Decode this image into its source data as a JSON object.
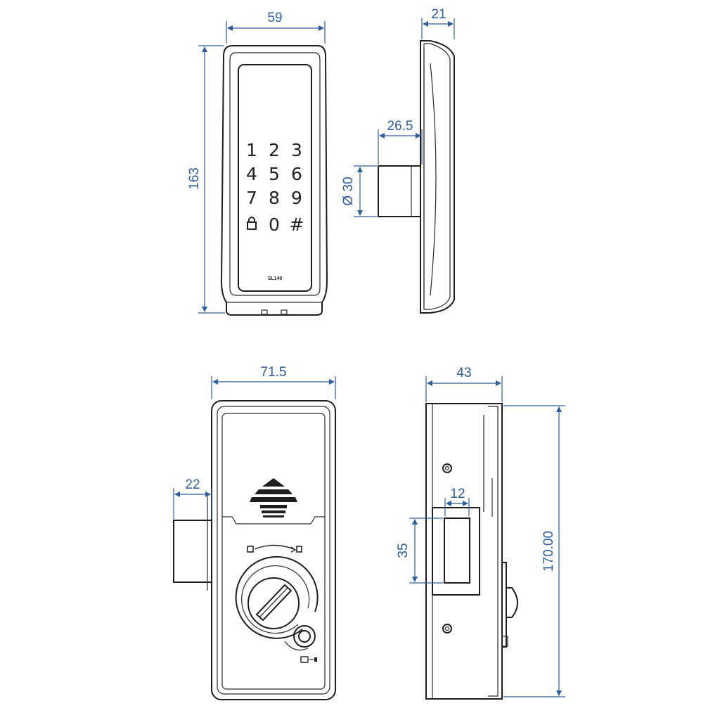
{
  "dimensions": {
    "front_width": "59",
    "front_height": "163",
    "side_depth": "21",
    "knob_length": "26.5",
    "knob_diameter": "Ø 30",
    "back_width": "71.5",
    "back_bolt": "22",
    "side2_depth": "43",
    "side2_height": "170.00",
    "strike_width": "12",
    "strike_height": "35"
  },
  "keypad": {
    "keys": [
      "1",
      "2",
      "3",
      "4",
      "5",
      "6",
      "7",
      "8",
      "9",
      "lock-icon",
      "0",
      "#"
    ],
    "model_label": "SL140"
  },
  "colors": {
    "dimension": "#2e5d9e",
    "outline": "#1e1e1e"
  }
}
